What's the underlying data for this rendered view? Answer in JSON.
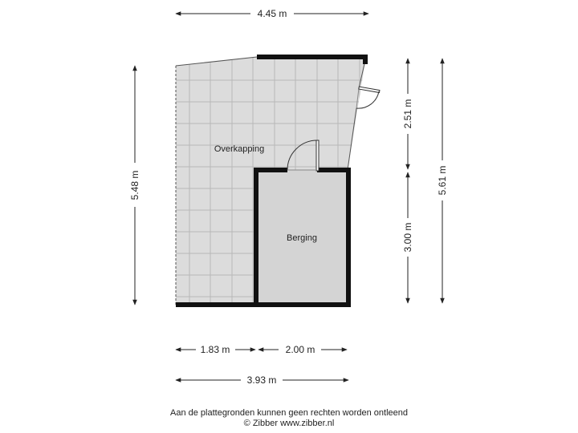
{
  "rooms": {
    "covered_area": "Overkapping",
    "storage": "Berging"
  },
  "dimensions": {
    "top_width": "4.45 m",
    "left_height": "5.48 m",
    "right_upper_height": "2.51 m",
    "right_lower_height": "3.00 m",
    "right_total_height": "5.61 m",
    "bottom_left_width": "1.83 m",
    "bottom_right_width": "2.00 m",
    "bottom_total_width": "3.93 m"
  },
  "footer": {
    "disclaimer": "Aan de plattegronden kunnen geen rechten worden ontleend",
    "copyright": "© Zibber www.zibber.nl"
  },
  "colors": {
    "wall": "#111111",
    "covered_floor": "#dcdcdc",
    "storage_floor": "#d4d4d4",
    "tile_line": "#b8b8b8"
  }
}
